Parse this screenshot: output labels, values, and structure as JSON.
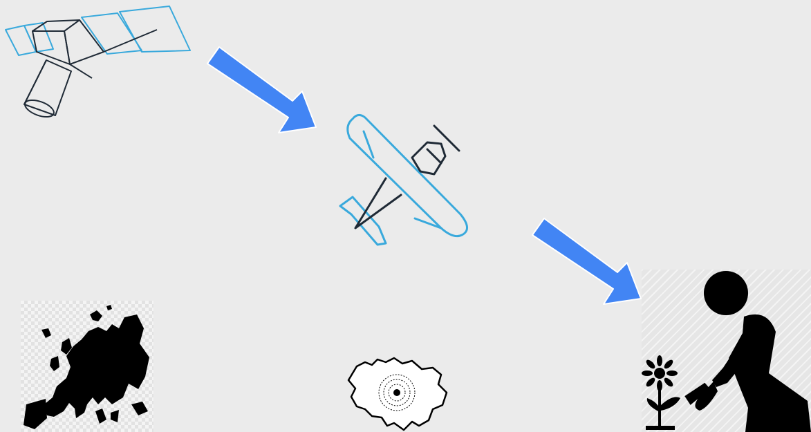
{
  "diagram": {
    "background_color": "#ebebeb",
    "accent_color": "#4285f4",
    "line_color": "#1f2a36",
    "outline_color": "#39a9dc",
    "nodes": [
      {
        "id": "satellite",
        "icon": "satellite-icon"
      },
      {
        "id": "airplane",
        "icon": "airplane-icon"
      },
      {
        "id": "gardener",
        "icon": "gardener-icon"
      },
      {
        "id": "europe-map",
        "icon": "europe-map-icon"
      },
      {
        "id": "local-map",
        "icon": "local-map-icon"
      }
    ],
    "flow": [
      {
        "from": "satellite",
        "to": "airplane"
      },
      {
        "from": "airplane",
        "to": "gardener"
      }
    ]
  }
}
